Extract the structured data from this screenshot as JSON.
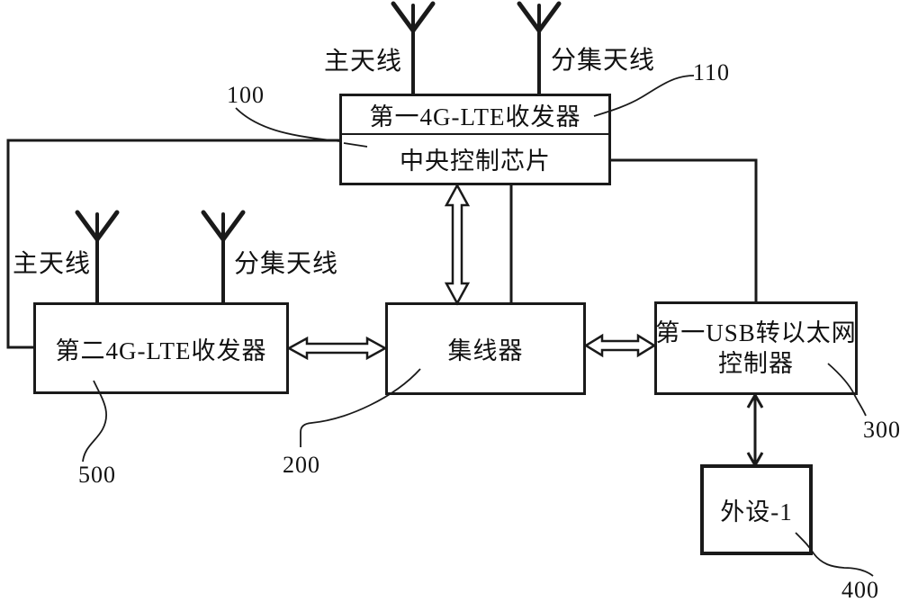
{
  "colors": {
    "line": "#1a1a1a",
    "background": "#ffffff",
    "text": "#111111"
  },
  "boxes": {
    "transceiver1": {
      "label": "第一4G-LTE收发器"
    },
    "control_chip": {
      "label": "中央控制芯片"
    },
    "transceiver2": {
      "label": "第二4G-LTE收发器"
    },
    "hub": {
      "label": "集线器"
    },
    "usb_ethernet": {
      "line1": "第一USB转以太网",
      "line2": "控制器"
    },
    "peripheral": {
      "label": "外设-1"
    }
  },
  "antenna_labels": {
    "top_main": "主天线",
    "top_diversity": "分集天线",
    "left_main": "主天线",
    "left_diversity": "分集天线"
  },
  "ref_numbers": {
    "r100": "100",
    "r110": "110",
    "r200": "200",
    "r300": "300",
    "r400": "400",
    "r500": "500"
  }
}
